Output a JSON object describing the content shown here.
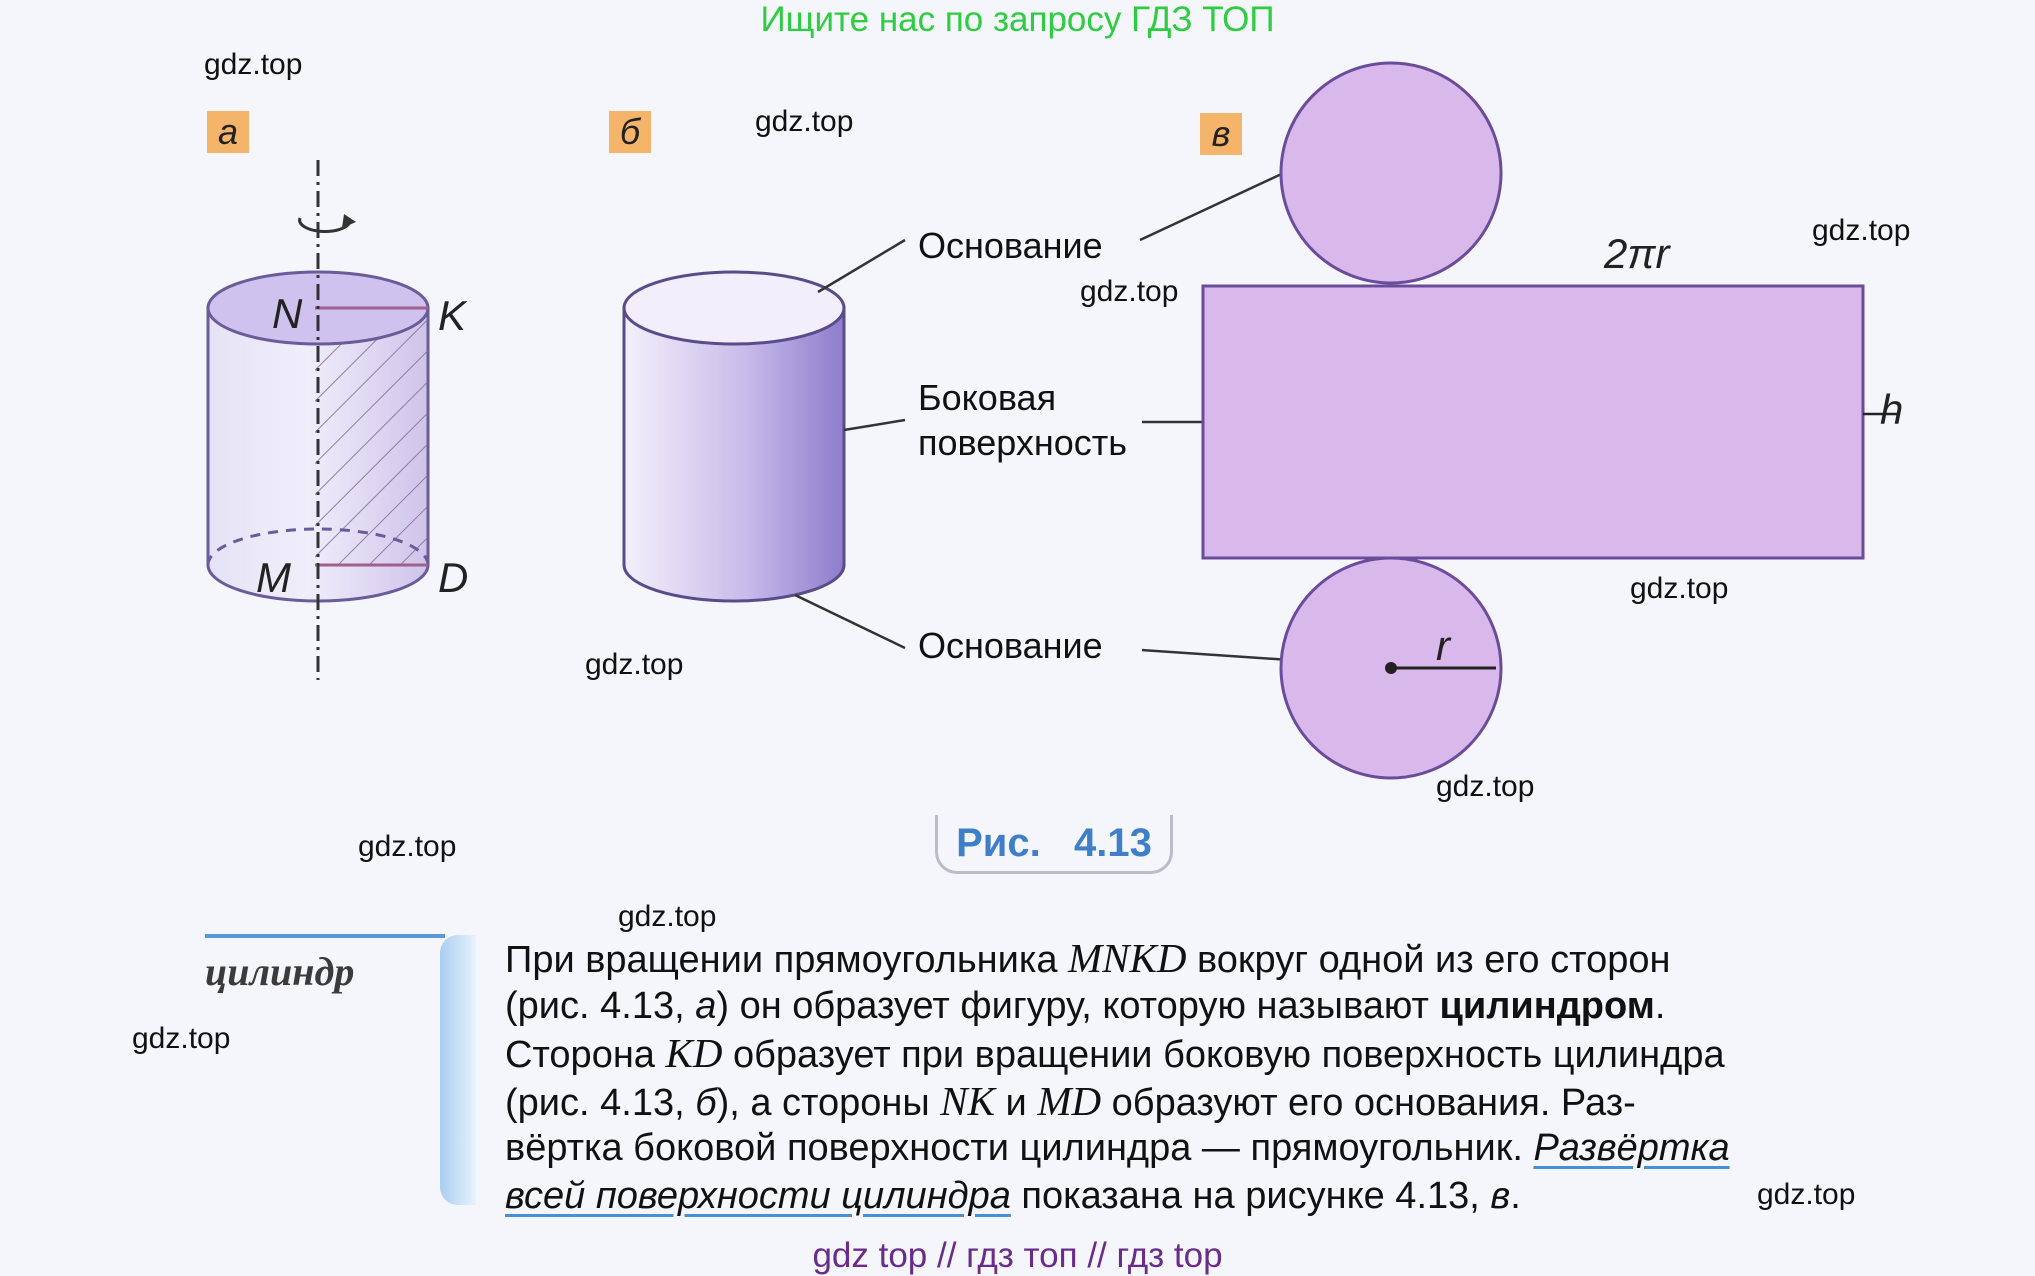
{
  "banner_top": "Ищите нас по запросу ГДЗ ТОП",
  "banner_bottom": "gdz top  //  гдз топ  //  гдз top",
  "watermark": "gdz.top",
  "figure_letters": {
    "a": "а",
    "b": "б",
    "c": "в"
  },
  "fig_a": {
    "N": "N",
    "K": "K",
    "M": "M",
    "D": "D"
  },
  "fig_b": {
    "base_top": "Основание",
    "lateral_1": "Боковая",
    "lateral_2": "поверхность",
    "base_bottom": "Основание"
  },
  "fig_c": {
    "circumference": "2πr",
    "height": "h",
    "radius": "r"
  },
  "caption": "Рис.   4.13",
  "term": "цилиндр",
  "paragraph": {
    "l1": [
      "При вращении прямоугольника ",
      "MNKD",
      " вокруг одной из его сторон"
    ],
    "l2": [
      "(рис. 4.13, ",
      "а",
      ") он образует фигуру, которую называют ",
      "цилиндром",
      "."
    ],
    "l3": [
      "Сторона ",
      "KD",
      " образует при вращении боковую поверхность цилиндра"
    ],
    "l4": [
      "(рис. 4.13, ",
      "б",
      "), а стороны ",
      "NK",
      " и ",
      "MD",
      " образуют его основания. Раз-"
    ],
    "l5": [
      "вёртка боковой поверхности цилиндра — прямоугольник. ",
      "Развёртка"
    ],
    "l6": [
      "всей поверхности цилиндра",
      " показана на рисунке 4.13, ",
      "в",
      "."
    ]
  },
  "colors": {
    "banner_top": "#2ecc40",
    "banner_bottom": "#6a2c8a",
    "figure_fill": "#d9b8ec",
    "caption": "#3f7ec9",
    "letter_bg": "#f4b46a"
  }
}
